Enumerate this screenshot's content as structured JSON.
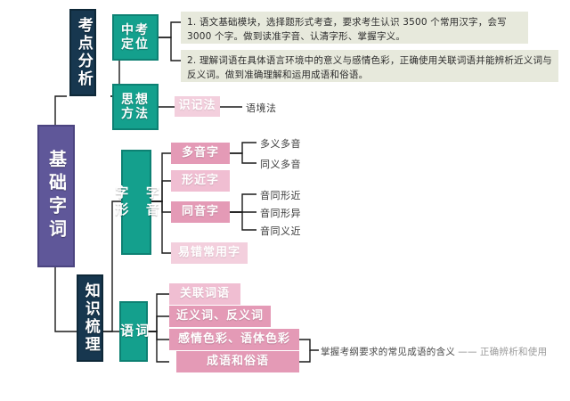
{
  "title": "基础字词 思维导图",
  "colors": {
    "root": "#5f5799",
    "navy": "#17374f",
    "teal": "#14a08d",
    "pink": "#e49ab6",
    "pink_light": "#f0bed2",
    "pink_pale": "#f3cfdd",
    "desc_bg": "#e7e9dc",
    "wire": "#1a1a1a",
    "background": "#ffffff"
  },
  "root": {
    "label": "基础字词"
  },
  "branches": {
    "analysis": {
      "label": "考点分析"
    },
    "review": {
      "label": "知识梳理"
    }
  },
  "nodes": {
    "exam_position": {
      "label": "中考\n定位"
    },
    "thinking_method": {
      "label": "思想\n方法"
    },
    "pronunciation_form": {
      "label": "字音\n\n字形"
    },
    "words": {
      "label": "词\n语"
    },
    "memory_method": {
      "label": "识记法"
    },
    "polyphone": {
      "label": "多音字"
    },
    "similar_form": {
      "label": "形近字"
    },
    "homophone": {
      "label": "同音字"
    },
    "error_prone": {
      "label": "易错常用字"
    },
    "linking_words": {
      "label": "关联词语"
    },
    "syn_ant": {
      "label": "近义词、反义词"
    },
    "color_tone": {
      "label": "感情色彩、语体色彩"
    },
    "idiom_proverb": {
      "label": "成语和俗语"
    }
  },
  "leaves": {
    "context_method": {
      "label": "语境法"
    },
    "poly_multi_meaning": {
      "label": "多义多音"
    },
    "poly_same_meaning": {
      "label": "同义多音"
    },
    "homo_similar_form": {
      "label": "音同形近"
    },
    "homo_diff_form": {
      "label": "音同形异"
    },
    "homo_similar_meaning": {
      "label": "音同义近"
    }
  },
  "descriptions": {
    "item1": "1. 语文基础模块，选择题形式考查，要求考生认识 3500 个常用汉字，会写 3000 个字。做到读准字音、认清字形、掌握字义。",
    "item2": "2. 理解词语在具体语言环境中的意义与感情色彩，正确使用关联词语并能辨析近义词与反义词。做到准确理解和运用成语和俗语。"
  },
  "tail_note": {
    "main": "掌握考纲要求的常见成语的含义",
    "separator": "——",
    "trailing": "正确辨析和使用"
  }
}
